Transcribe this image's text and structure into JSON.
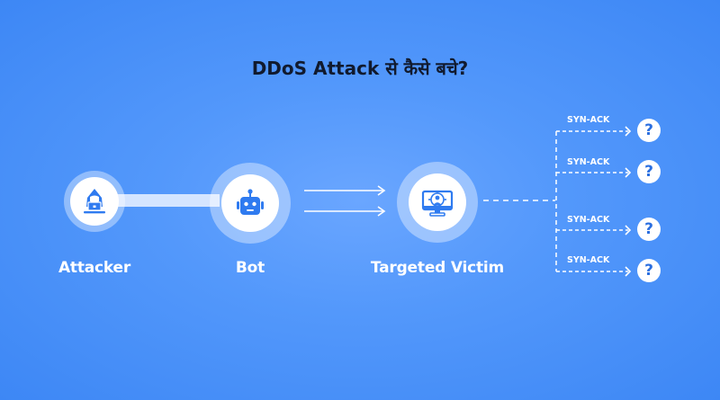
{
  "title": "DDoS Attack से कैसे बचे?",
  "colors": {
    "background": "#4f93fa",
    "title_text": "#111a2e",
    "icon_blue": "#2f7bf0",
    "node_fill": "#ffffff",
    "label_text": "#ffffff"
  },
  "nodes": [
    {
      "id": "attacker",
      "label": "Attacker",
      "icon": "hacker-icon"
    },
    {
      "id": "bot",
      "label": "Bot",
      "icon": "robot-icon"
    },
    {
      "id": "victim",
      "label": "Targeted Victim",
      "icon": "targeted-monitor-icon"
    }
  ],
  "responses": [
    {
      "label": "SYN-ACK",
      "target": "?"
    },
    {
      "label": "SYN-ACK",
      "target": "?"
    },
    {
      "label": "SYN-ACK",
      "target": "?"
    },
    {
      "label": "SYN-ACK",
      "target": "?"
    }
  ]
}
